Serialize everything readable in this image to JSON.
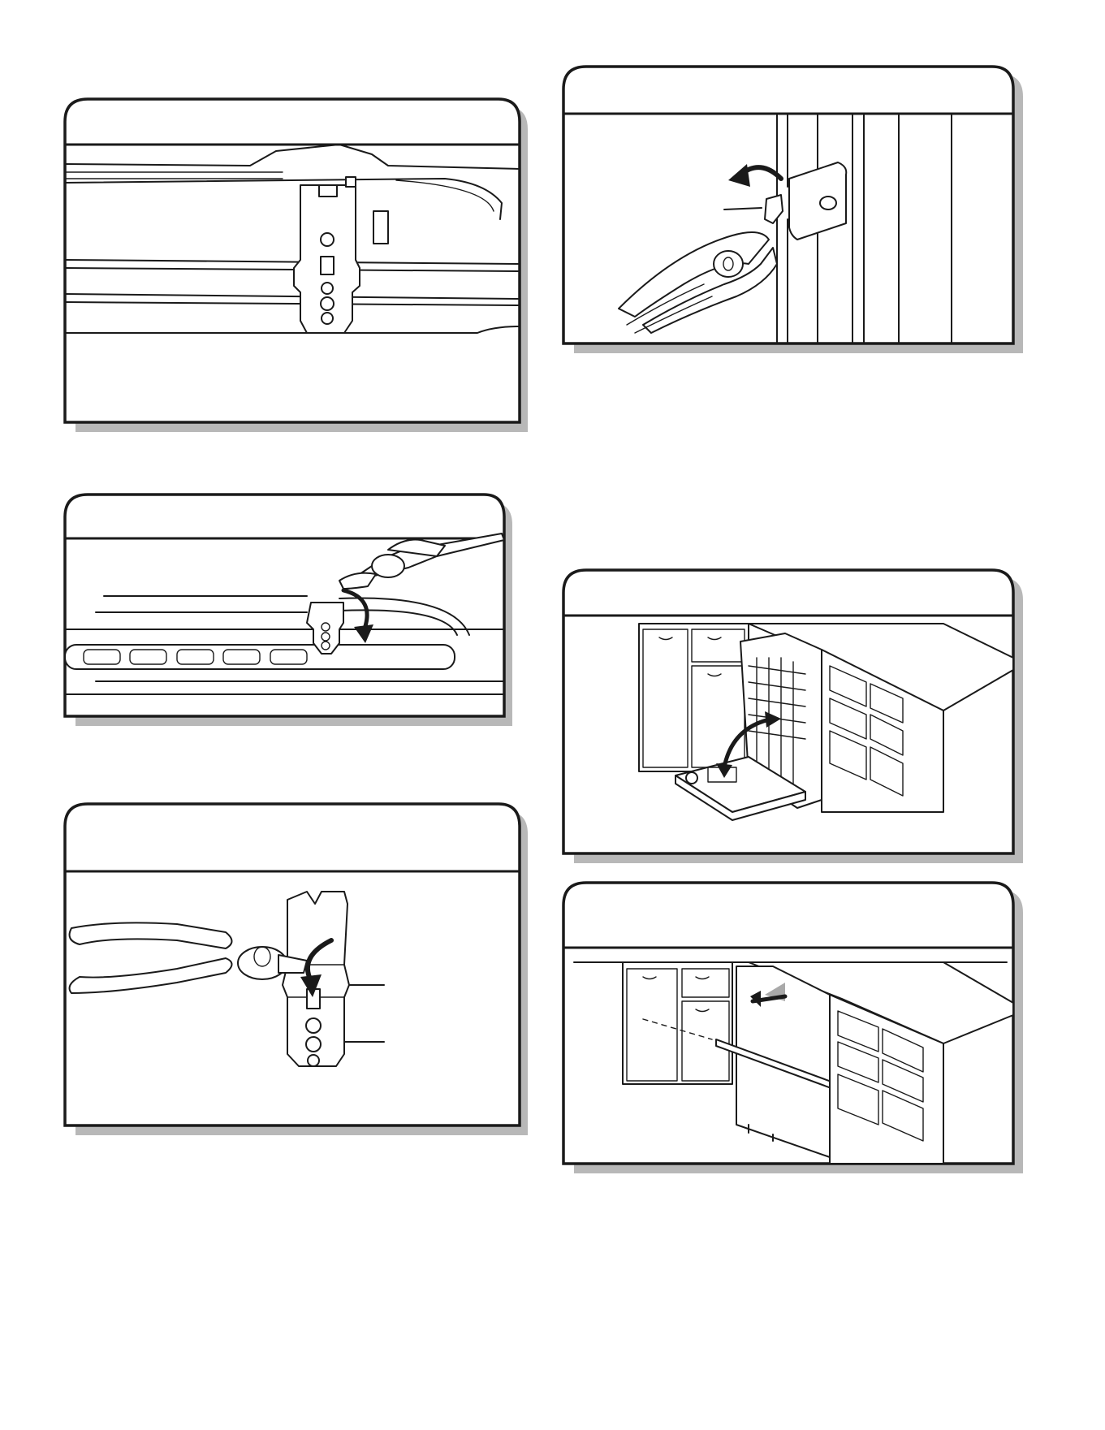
{
  "document": {
    "footer_marks": "",
    "figures": [
      {
        "id": "latch-tab",
        "description_icon": "latch-bracket-icon"
      },
      {
        "id": "pliers-bend-down",
        "description_icon": "pliers-icon"
      },
      {
        "id": "pliers-bend-tab",
        "description_icon": "pliers-icon"
      },
      {
        "id": "pliers-side-bracket",
        "description_icon": "pliers-icon"
      },
      {
        "id": "dishwasher-door-open",
        "description_icon": "dishwasher-icon"
      },
      {
        "id": "dishwasher-slide-in",
        "description_icon": "dishwasher-icon"
      }
    ]
  }
}
